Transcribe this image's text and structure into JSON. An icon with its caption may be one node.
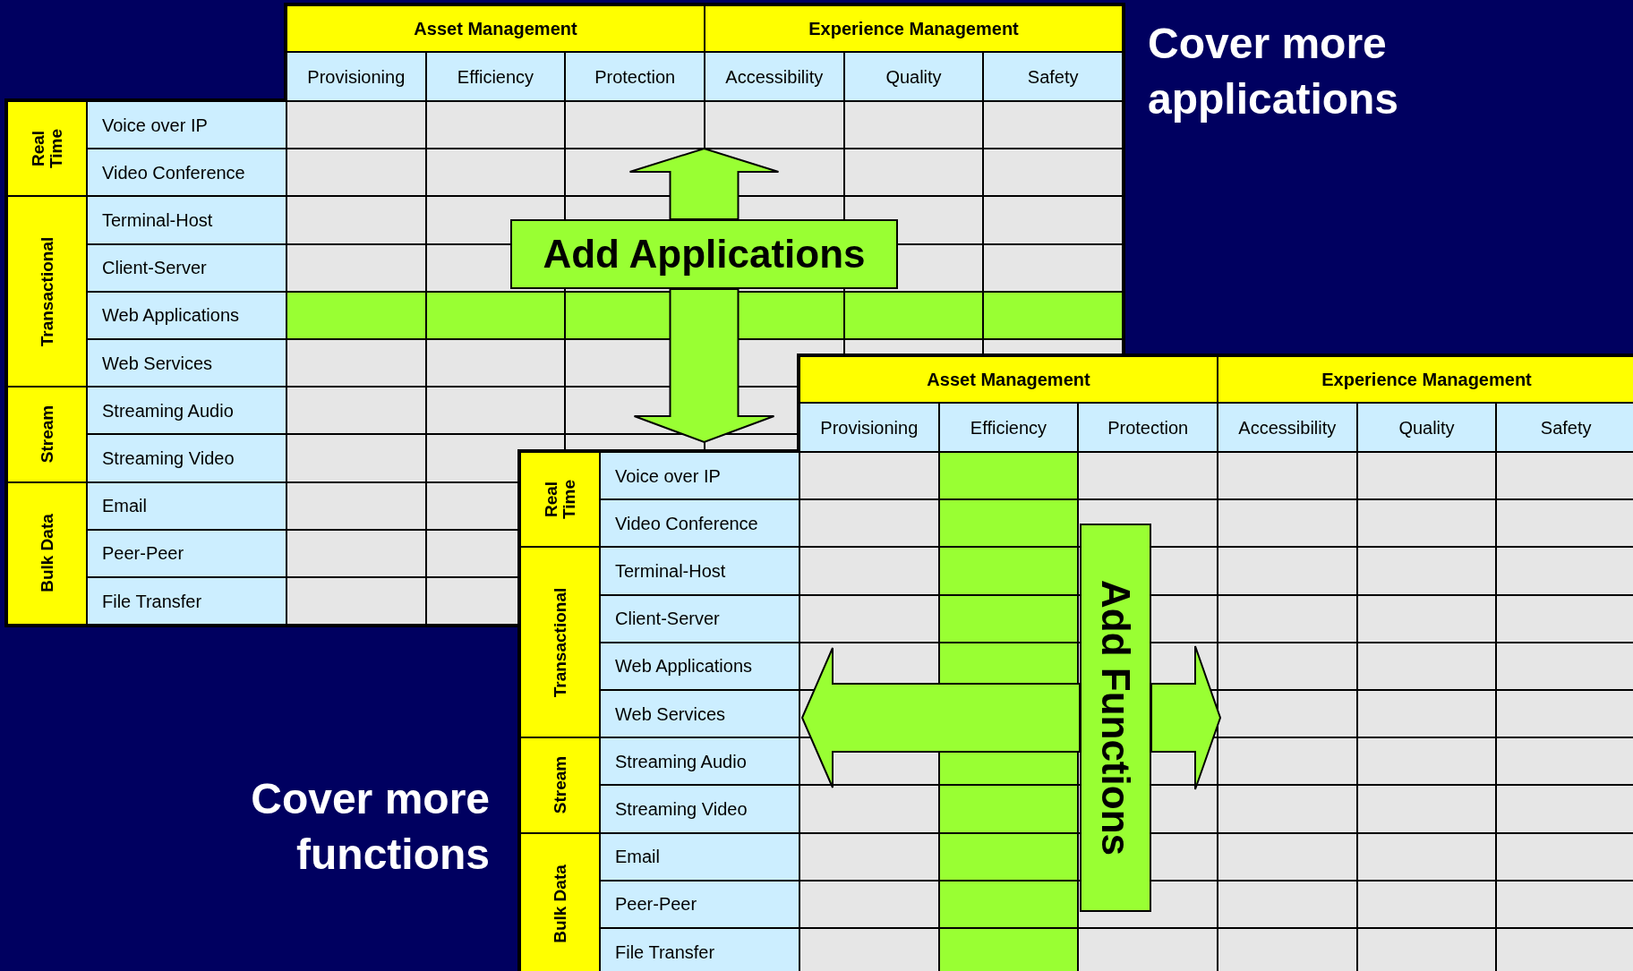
{
  "diagram": {
    "nodes": [
      {
        "text": [
          "Add Applications"
        ]
      },
      {
        "text": [
          "Add Functions"
        ]
      }
    ],
    "labels": [
      "Asset Management",
      "Experience Management",
      "Provisioning",
      "Efficiency",
      "Protection",
      "Accessibility",
      "Quality",
      "Safety",
      "Real Time",
      "Transactional",
      "Stream",
      "Bulk Data",
      "Voice over IP",
      "Video Conference",
      "Terminal-Host",
      "Client-Server",
      "Web Applications",
      "Web Services",
      "Streaming Audio",
      "Streaming Video",
      "Email",
      "Peer-Peer",
      "File Transfer",
      "Cover more applications",
      "Asset Management",
      "Experience Management",
      "Provisioning",
      "Efficiency",
      "Protection",
      "Accessibility",
      "Quality",
      "Safety",
      "Real Time",
      "Transactional",
      "Stream",
      "Bulk Data",
      "Voice over IP",
      "Video Conference",
      "Terminal-Host",
      "Client-Server",
      "Web Applications",
      "Web Services",
      "Streaming Audio",
      "Streaming Video",
      "Email",
      "Peer-Peer",
      "File Transfer",
      "Cover more functions"
    ]
  }
}
